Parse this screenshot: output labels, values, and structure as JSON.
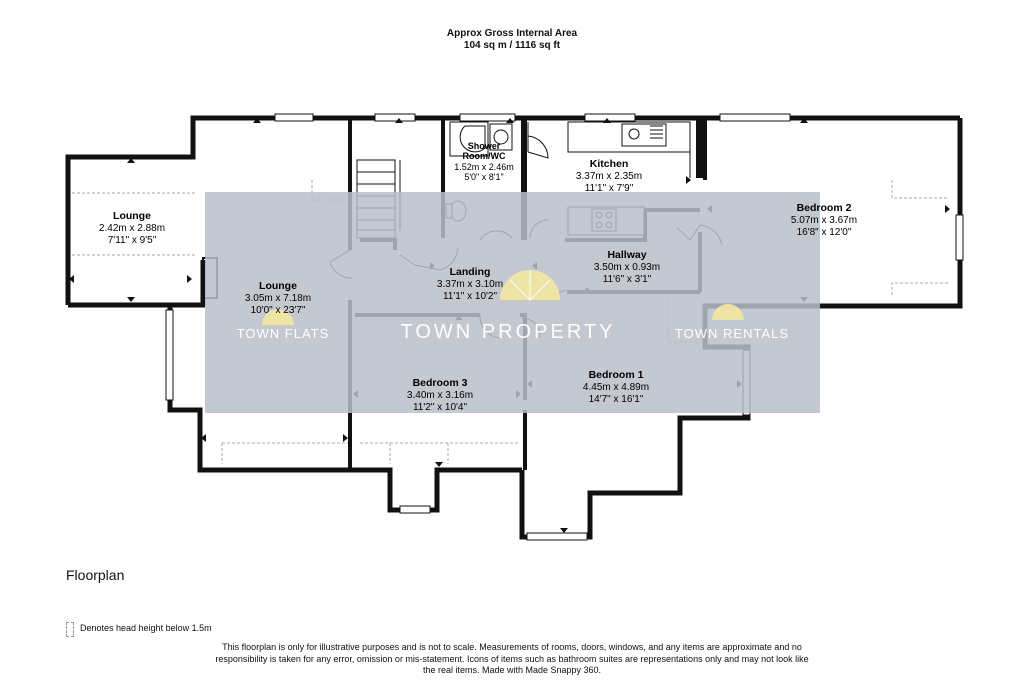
{
  "header": {
    "line1": "Approx Gross Internal Area",
    "line2": "104 sq m / 1116 sq ft"
  },
  "rooms": {
    "lounge_small": {
      "name": "Lounge",
      "metric": "2.42m x 2.88m",
      "imperial": "7'11\" x 9'5\""
    },
    "lounge": {
      "name": "Lounge",
      "metric": "3.05m x 7.18m",
      "imperial": "10'0\" x 23'7\""
    },
    "shower": {
      "name_line1": "Shower",
      "name_line2": "Room/WC",
      "metric": "1.52m x 2.46m",
      "imperial": "5'0\" x 8'1\""
    },
    "kitchen": {
      "name": "Kitchen",
      "metric": "3.37m x 2.35m",
      "imperial": "11'1\" x 7'9\""
    },
    "bedroom2": {
      "name": "Bedroom 2",
      "metric": "5.07m x 3.67m",
      "imperial": "16'8\" x 12'0\""
    },
    "landing": {
      "name": "Landing",
      "metric": "3.37m x 3.10m",
      "imperial": "11'1\" x 10'2\""
    },
    "hallway": {
      "name": "Hallway",
      "metric": "3.50m x 0.93m",
      "imperial": "11'6\" x 3'1\""
    },
    "bedroom3": {
      "name": "Bedroom 3",
      "metric": "3.40m x 3.16m",
      "imperial": "11'2\" x 10'4\""
    },
    "bedroom1": {
      "name": "Bedroom 1",
      "metric": "4.45m x 4.89m",
      "imperial": "14'7\" x 16'1\""
    }
  },
  "watermark": {
    "left": "TOWN FLATS",
    "center": "TOWN PROPERTY",
    "right": "TOWN RENTALS"
  },
  "plan_title": "Floorplan",
  "legend": "Denotes head height below 1.5m",
  "disclaimer": "This floorplan is only for illustrative purposes and is not to scale. Measurements of rooms, doors, windows, and any items are approximate and no responsibility is taken for any error, omission or mis-statement. Icons of items such as bathroom suites are representations only and may not look like the real items. Made with Made Snappy 360.",
  "colors": {
    "wall": "#111111",
    "watermark_band": "#b9bec9",
    "logo_accent": "#f3e7a0",
    "head_height_line": "#aaaaaa"
  }
}
